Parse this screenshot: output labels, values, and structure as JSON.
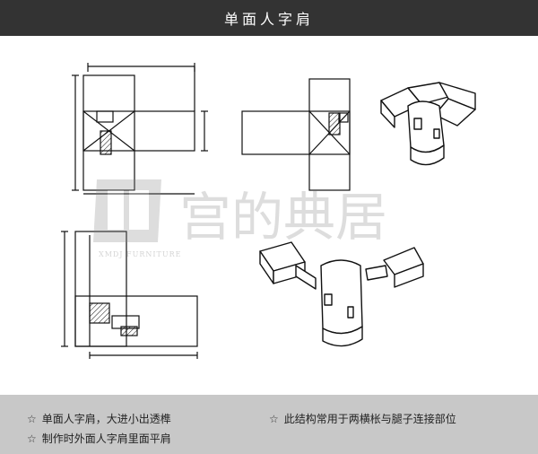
{
  "header": {
    "title": "单面人字肩"
  },
  "watermark": {
    "brand_text": "XMDJ FURNITURE",
    "seal_text": "宫的典居"
  },
  "notes": [
    {
      "icon": "star-icon",
      "text": "单面人字肩，大进小出透榫"
    },
    {
      "icon": "star-icon",
      "text": "制作时外面人字肩里面平肩"
    },
    {
      "icon": "star-icon",
      "text": "此结构常用于两横枨与腿子连接部位"
    }
  ],
  "colors": {
    "header_bg": "#333333",
    "footer_bg": "#c8c8c8",
    "line": "#111111"
  }
}
